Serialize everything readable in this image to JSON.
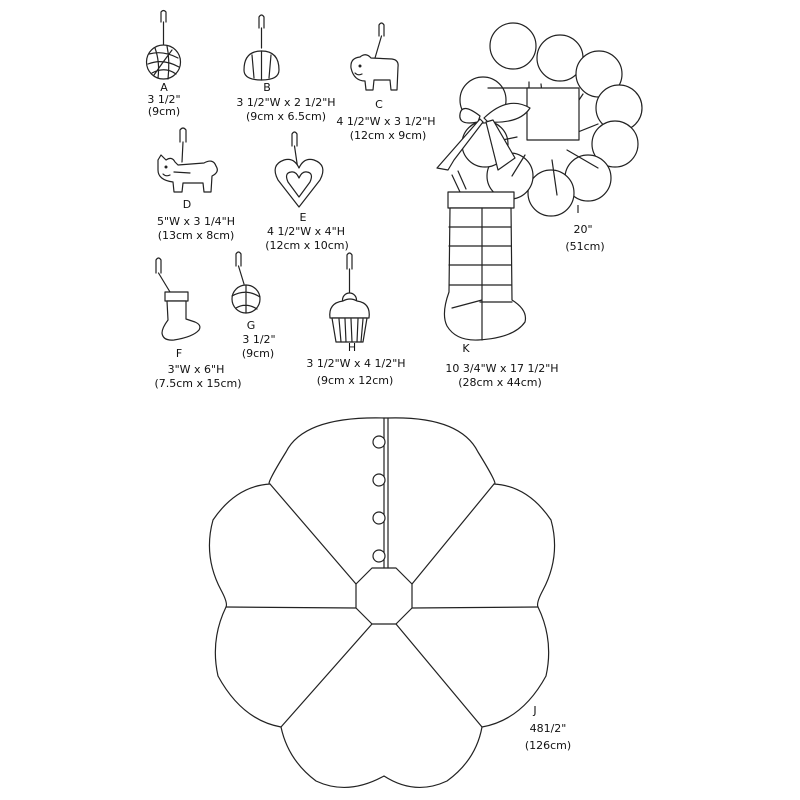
{
  "items": {
    "a": {
      "letter": "A",
      "size1": "3 1/2\"",
      "size2": "(9cm)"
    },
    "b": {
      "letter": "B",
      "size1": "3 1/2\"W x 2 1/2\"H",
      "size2": "(9cm x  6.5cm)"
    },
    "c": {
      "letter": "C",
      "size1": "4 1/2\"W x 3 1/2\"H",
      "size2": "(12cm x 9cm)"
    },
    "d": {
      "letter": "D",
      "size1": "5\"W x 3 1/4\"H",
      "size2": "(13cm x 8cm)"
    },
    "e": {
      "letter": "E",
      "size1": "4 1/2\"W x 4\"H",
      "size2": "(12cm x 10cm)"
    },
    "f": {
      "letter": "F",
      "size1": "3\"W x 6\"H",
      "size2": "(7.5cm x 15cm)"
    },
    "g": {
      "letter": "G",
      "size1": "3 1/2\"",
      "size2": "(9cm)"
    },
    "h": {
      "letter": "H",
      "size1": "3 1/2\"W x 4 1/2\"H",
      "size2": "(9cm x 12cm)"
    },
    "i": {
      "letter": "I",
      "size1": "20\"",
      "size2": "(51cm)"
    },
    "k": {
      "letter": "K",
      "size1": "10 3/4\"W x 17 1/2\"H",
      "size2": "(28cm x 44cm)"
    },
    "j": {
      "letter": "J",
      "size1": "481/2\"",
      "size2": "(126cm)"
    }
  }
}
